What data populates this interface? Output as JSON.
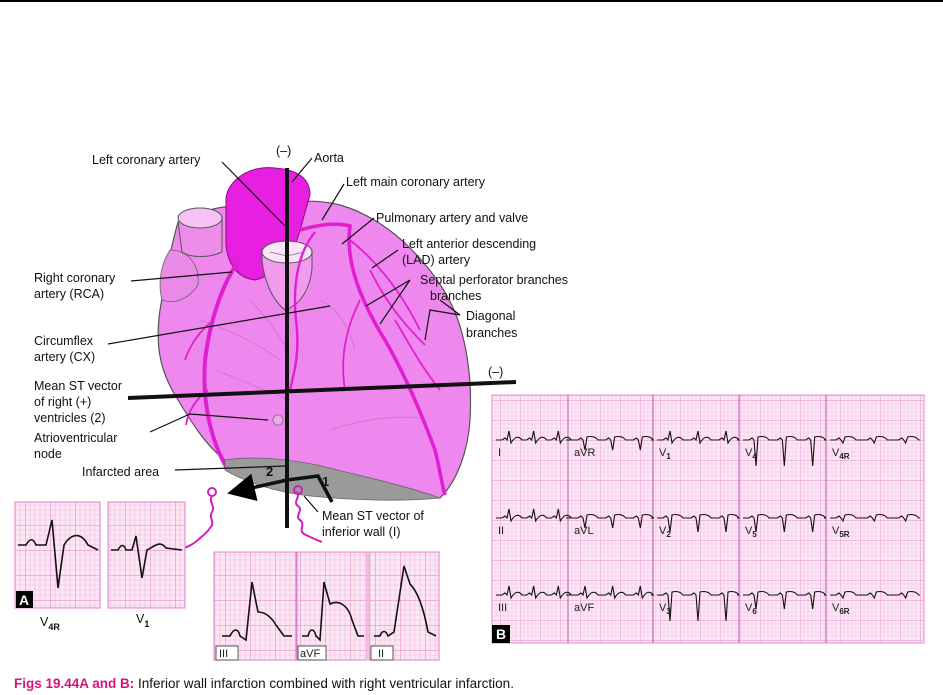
{
  "labels": {
    "left_coronary_artery": "Left coronary artery",
    "minus_top": "(–)",
    "aorta": "Aorta",
    "left_main": "Left main coronary artery",
    "pulmonary": "Pulmonary artery and valve",
    "lad_1": "Left anterior descending",
    "lad_2": "(LAD) artery",
    "septal_1": "Septal perforator branches",
    "septal_2": "branches",
    "rca_1": "Right coronary",
    "rca_2": "artery (RCA)",
    "diagonal_1": "Diagonal",
    "diagonal_2": "branches",
    "cx_1": "Circumflex",
    "cx_2": "artery (CX)",
    "minus_right": "(–)",
    "mean_st_1": "Mean ST vector",
    "mean_st_2": "of right (+)",
    "mean_st_3": "ventricles (2)",
    "av_1": "Atrioventricular",
    "av_2": "node",
    "infarcted": "Infarcted area",
    "vec1": "1",
    "vec2": "2",
    "inferior_1": "Mean ST vector of",
    "inferior_2": "inferior wall (I)"
  },
  "panel_a": {
    "tag": "A",
    "leads_top": [
      {
        "label": "V",
        "sub": "4R"
      },
      {
        "label": "V",
        "sub": "1"
      }
    ],
    "leads_bottom": [
      "III",
      "aVF",
      "II"
    ]
  },
  "panel_b": {
    "tag": "B",
    "rows": [
      [
        {
          "l": "I",
          "s": ""
        },
        {
          "l": "aVR",
          "s": ""
        },
        {
          "l": "V",
          "s": "1"
        },
        {
          "l": "V",
          "s": "4"
        },
        {
          "l": "V",
          "s": "4R"
        }
      ],
      [
        {
          "l": "II",
          "s": ""
        },
        {
          "l": "aVL",
          "s": ""
        },
        {
          "l": "V",
          "s": "2"
        },
        {
          "l": "V",
          "s": "5"
        },
        {
          "l": "V",
          "s": "5R"
        }
      ],
      [
        {
          "l": "III",
          "s": ""
        },
        {
          "l": "aVF",
          "s": ""
        },
        {
          "l": "V",
          "s": "3"
        },
        {
          "l": "V",
          "s": "6"
        },
        {
          "l": "V",
          "s": "6R"
        }
      ]
    ]
  },
  "caption": {
    "title": "Figs 19.44A and B:",
    "text": " Inferior wall infarction combined with right ventricular infarction."
  },
  "colors": {
    "heart": "#ee88ee",
    "artery": "#e020d0",
    "aorta": "#e81ee0",
    "infarct": "#9a9a9a",
    "grid_minor": "#f2b6de",
    "grid_major": "#e47cc4",
    "ecg_bg": "#fce8f5",
    "caption_title": "#d6147d"
  }
}
